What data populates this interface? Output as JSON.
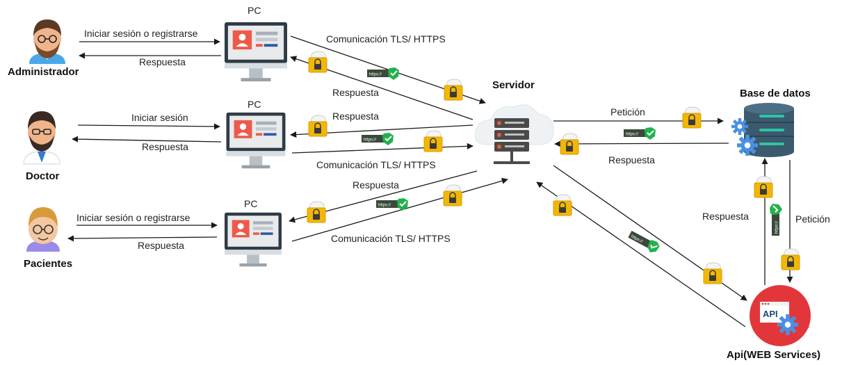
{
  "actors": {
    "admin": "Administrador",
    "doctor": "Doctor",
    "patients": "Pacientes"
  },
  "pcs": {
    "pc1": "PC",
    "pc2": "PC",
    "pc3": "PC"
  },
  "nodes": {
    "server": "Servidor",
    "database": "Base de datos",
    "api": "Api(WEB Services)",
    "api_logo": "API"
  },
  "edges": {
    "admin_login": "Iniciar sesión o registrarse",
    "admin_response": "Respuesta",
    "doctor_login": "Iniciar sesión",
    "doctor_response": "Respuesta",
    "patient_login": "Iniciar sesión o registrarse",
    "patient_response": "Respuesta",
    "pc1_tls": "Comunicación TLS/ HTTPS",
    "pc1_response": "Respuesta",
    "pc2_response": "Respuesta",
    "pc2_tls": "Comunicación TLS/ HTTPS",
    "pc3_response": "Respuesta",
    "pc3_tls": "Comunicación TLS/ HTTPS",
    "server_db_request": "Petición",
    "db_server_response": "Respuesta",
    "api_db_response": "Respuesta",
    "db_api_request": "Petición"
  },
  "badge_text": "https://",
  "colors": {
    "line": "#1a1a1a",
    "lock": "#f2b705",
    "check": "#22b24c",
    "monitor": "#2f3b45",
    "api_red": "#e2363b",
    "db_body": "#3b5a6e",
    "db_stripe": "#2ec4a6"
  }
}
